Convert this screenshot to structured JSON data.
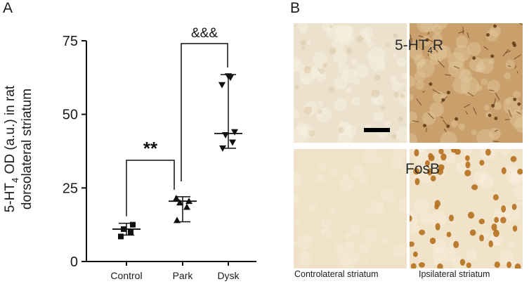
{
  "panels": {
    "a_letter": "A",
    "b_letter": "B"
  },
  "chart_data": {
    "type": "scatter",
    "title": "",
    "ylabel_prefix": "5-HT",
    "ylabel_sub": "4",
    "ylabel_rest": " OD (a.u.) in rat",
    "ylabel_line2": "dorsolateral striatum",
    "ylim": [
      0,
      75
    ],
    "yticks": [
      0,
      25,
      50,
      75
    ],
    "ytick_labels": [
      "0",
      "25",
      "50",
      "75"
    ],
    "categories": [
      "Control",
      "Park",
      "Dysk"
    ],
    "series": [
      {
        "category": "Control",
        "marker": "square",
        "values": [
          8.5,
          10.0,
          11.0,
          12.5
        ],
        "median": 11.0,
        "range": [
          9.0,
          13.0
        ]
      },
      {
        "category": "Park",
        "marker": "triangle-up",
        "values": [
          14.0,
          18.5,
          20.0,
          20.5,
          21.5
        ],
        "median": 20.5,
        "range": [
          13.5,
          22.0
        ]
      },
      {
        "category": "Dysk",
        "marker": "triangle-down",
        "values": [
          38.5,
          40.5,
          43.0,
          44.0,
          60.0,
          62.5,
          63.0
        ],
        "median": 43.5,
        "range": [
          38.5,
          63.5
        ]
      }
    ],
    "annotations": [
      {
        "label": "**",
        "from": "Control",
        "to": "Park"
      },
      {
        "label": "&&&",
        "from": "Park",
        "to": "Dysk"
      }
    ],
    "grid": false,
    "legend": "none"
  },
  "micrographs": {
    "stain_top_prefix": "5-HT",
    "stain_top_sub": "4",
    "stain_top_suffix": "R",
    "stain_bottom": "FosB",
    "col_left": "Controlateral striatum",
    "col_right": "Ipsilateral striatum",
    "colors": {
      "light_tissue": "#ece1cc",
      "dark_tissue": "#c9a06b",
      "fosb_light": "#efe2c8",
      "fosb_nuclei": "#b6701f"
    }
  }
}
